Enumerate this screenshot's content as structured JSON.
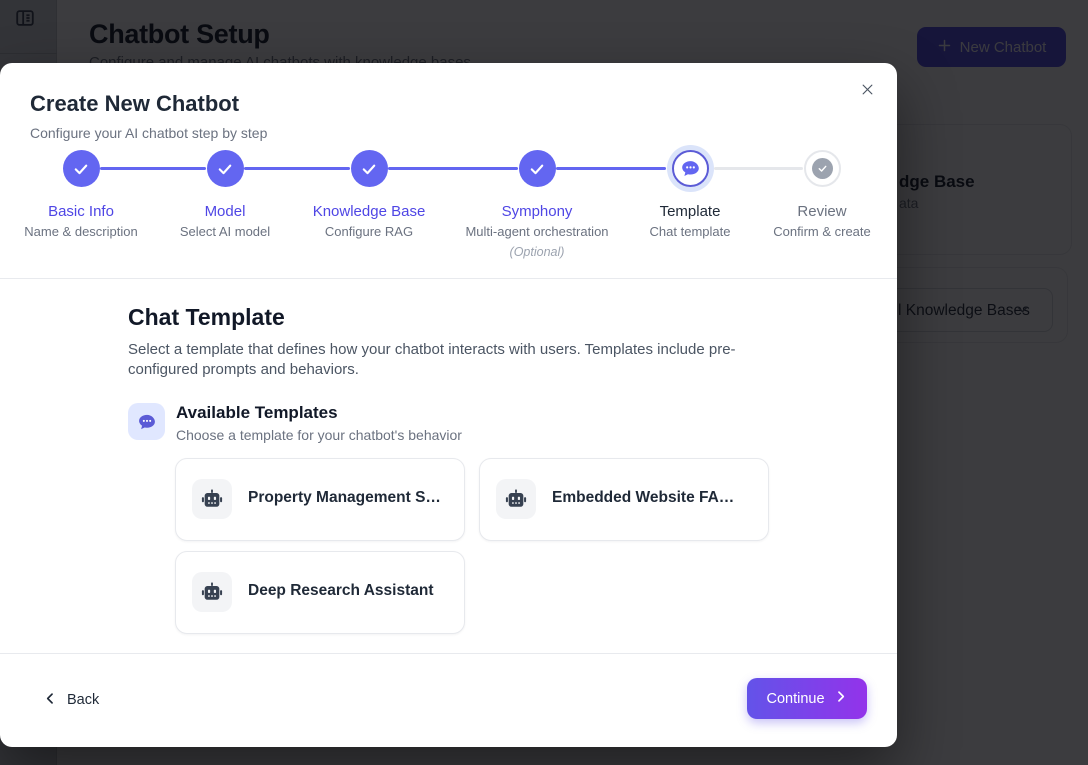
{
  "background": {
    "header": {
      "title": "Chatbot Setup",
      "subtitle": "Configure and manage AI chatbots with knowledge bases",
      "new_chatbot_label": "New Chatbot"
    },
    "kb_card": {
      "title_fragment": "dge Base",
      "subtitle_fragment": "ata"
    },
    "filter_bar": {
      "dropdown_fragment": "l Knowledge Bases"
    }
  },
  "modal": {
    "title": "Create New Chatbot",
    "subtitle": "Configure your AI chatbot step by step",
    "steps": [
      {
        "label": "Basic Info",
        "sublabel": "Name & description",
        "state": "completed"
      },
      {
        "label": "Model",
        "sublabel": "Select AI model",
        "state": "completed"
      },
      {
        "label": "Knowledge Base",
        "sublabel": "Configure RAG",
        "state": "completed"
      },
      {
        "label": "Symphony",
        "sublabel": "Multi-agent orchestration",
        "note": "(Optional)",
        "state": "completed"
      },
      {
        "label": "Template",
        "sublabel": "Chat template",
        "state": "active"
      },
      {
        "label": "Review",
        "sublabel": "Confirm & create",
        "state": "upcoming"
      }
    ],
    "content": {
      "heading": "Chat Template",
      "description": "Select a template that defines how your chatbot interacts with users. Templates include pre-configured prompts and behaviors.",
      "section_title": "Available Templates",
      "section_subtitle": "Choose a template for your chatbot's behavior",
      "templates": [
        {
          "name": "Property Management S…"
        },
        {
          "name": "Embedded Website FA…"
        },
        {
          "name": "Deep Research Assistant"
        }
      ]
    },
    "footer": {
      "back_label": "Back",
      "continue_label": "Continue"
    }
  },
  "colors": {
    "accent": "#6366f1",
    "accent_text": "#4f46e5",
    "active_ring": "#dbe4fa",
    "gradient_start": "#6353e9",
    "gradient_end": "#9333ea",
    "overlay": "rgba(7,8,11,0.79)"
  }
}
